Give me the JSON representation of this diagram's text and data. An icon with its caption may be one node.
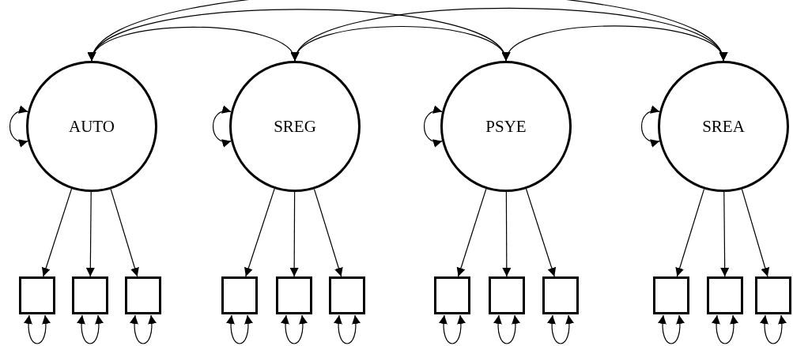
{
  "diagram": {
    "nodes": [
      {
        "text": [
          "AUTO"
        ]
      },
      {
        "text": [
          "SREG"
        ]
      },
      {
        "text": [
          "PSYE"
        ]
      },
      {
        "text": [
          "SREA"
        ]
      },
      {
        "text": [],
        "shape": "box"
      },
      {
        "text": [],
        "shape": "box"
      },
      {
        "text": [],
        "shape": "box"
      },
      {
        "text": [],
        "shape": "box"
      },
      {
        "text": [],
        "shape": "box"
      },
      {
        "text": [],
        "shape": "box"
      },
      {
        "text": [],
        "shape": "box"
      },
      {
        "text": [],
        "shape": "box"
      },
      {
        "text": [],
        "shape": "box"
      },
      {
        "text": [],
        "shape": "box"
      },
      {
        "text": [],
        "shape": "box"
      },
      {
        "text": [],
        "shape": "box"
      }
    ],
    "edges": [
      {
        "from": 0,
        "to": 1,
        "arrow": "both"
      },
      {
        "from": 0,
        "to": 2,
        "arrow": "both"
      },
      {
        "from": 0,
        "to": 3,
        "arrow": "both"
      },
      {
        "from": 1,
        "to": 2,
        "arrow": "both"
      },
      {
        "from": 1,
        "to": 3,
        "arrow": "both"
      },
      {
        "from": 2,
        "to": 3,
        "arrow": "both"
      },
      {
        "from": 0,
        "to": 0,
        "arrow": "both"
      },
      {
        "from": 1,
        "to": 1,
        "arrow": "both"
      },
      {
        "from": 2,
        "to": 2,
        "arrow": "both"
      },
      {
        "from": 3,
        "to": 3,
        "arrow": "both"
      },
      {
        "from": 0,
        "to": 4,
        "arrow": "to"
      },
      {
        "from": 0,
        "to": 5,
        "arrow": "to"
      },
      {
        "from": 0,
        "to": 6,
        "arrow": "to"
      },
      {
        "from": 1,
        "to": 7,
        "arrow": "to"
      },
      {
        "from": 1,
        "to": 8,
        "arrow": "to"
      },
      {
        "from": 1,
        "to": 9,
        "arrow": "to"
      },
      {
        "from": 2,
        "to": 10,
        "arrow": "to"
      },
      {
        "from": 2,
        "to": 11,
        "arrow": "to"
      },
      {
        "from": 2,
        "to": 12,
        "arrow": "to"
      },
      {
        "from": 3,
        "to": 13,
        "arrow": "to"
      },
      {
        "from": 3,
        "to": 14,
        "arrow": "to"
      },
      {
        "from": 3,
        "to": 15,
        "arrow": "to"
      },
      {
        "from": 4,
        "to": 4,
        "arrow": "both"
      },
      {
        "from": 5,
        "to": 5,
        "arrow": "both"
      },
      {
        "from": 6,
        "to": 6,
        "arrow": "both"
      },
      {
        "from": 7,
        "to": 7,
        "arrow": "both"
      },
      {
        "from": 8,
        "to": 8,
        "arrow": "both"
      },
      {
        "from": 9,
        "to": 9,
        "arrow": "both"
      },
      {
        "from": 10,
        "to": 10,
        "arrow": "both"
      },
      {
        "from": 11,
        "to": 11,
        "arrow": "both"
      },
      {
        "from": 12,
        "to": 12,
        "arrow": "both"
      },
      {
        "from": 13,
        "to": 13,
        "arrow": "both"
      },
      {
        "from": 14,
        "to": 14,
        "arrow": "both"
      },
      {
        "from": 15,
        "to": 15,
        "arrow": "both"
      }
    ]
  }
}
